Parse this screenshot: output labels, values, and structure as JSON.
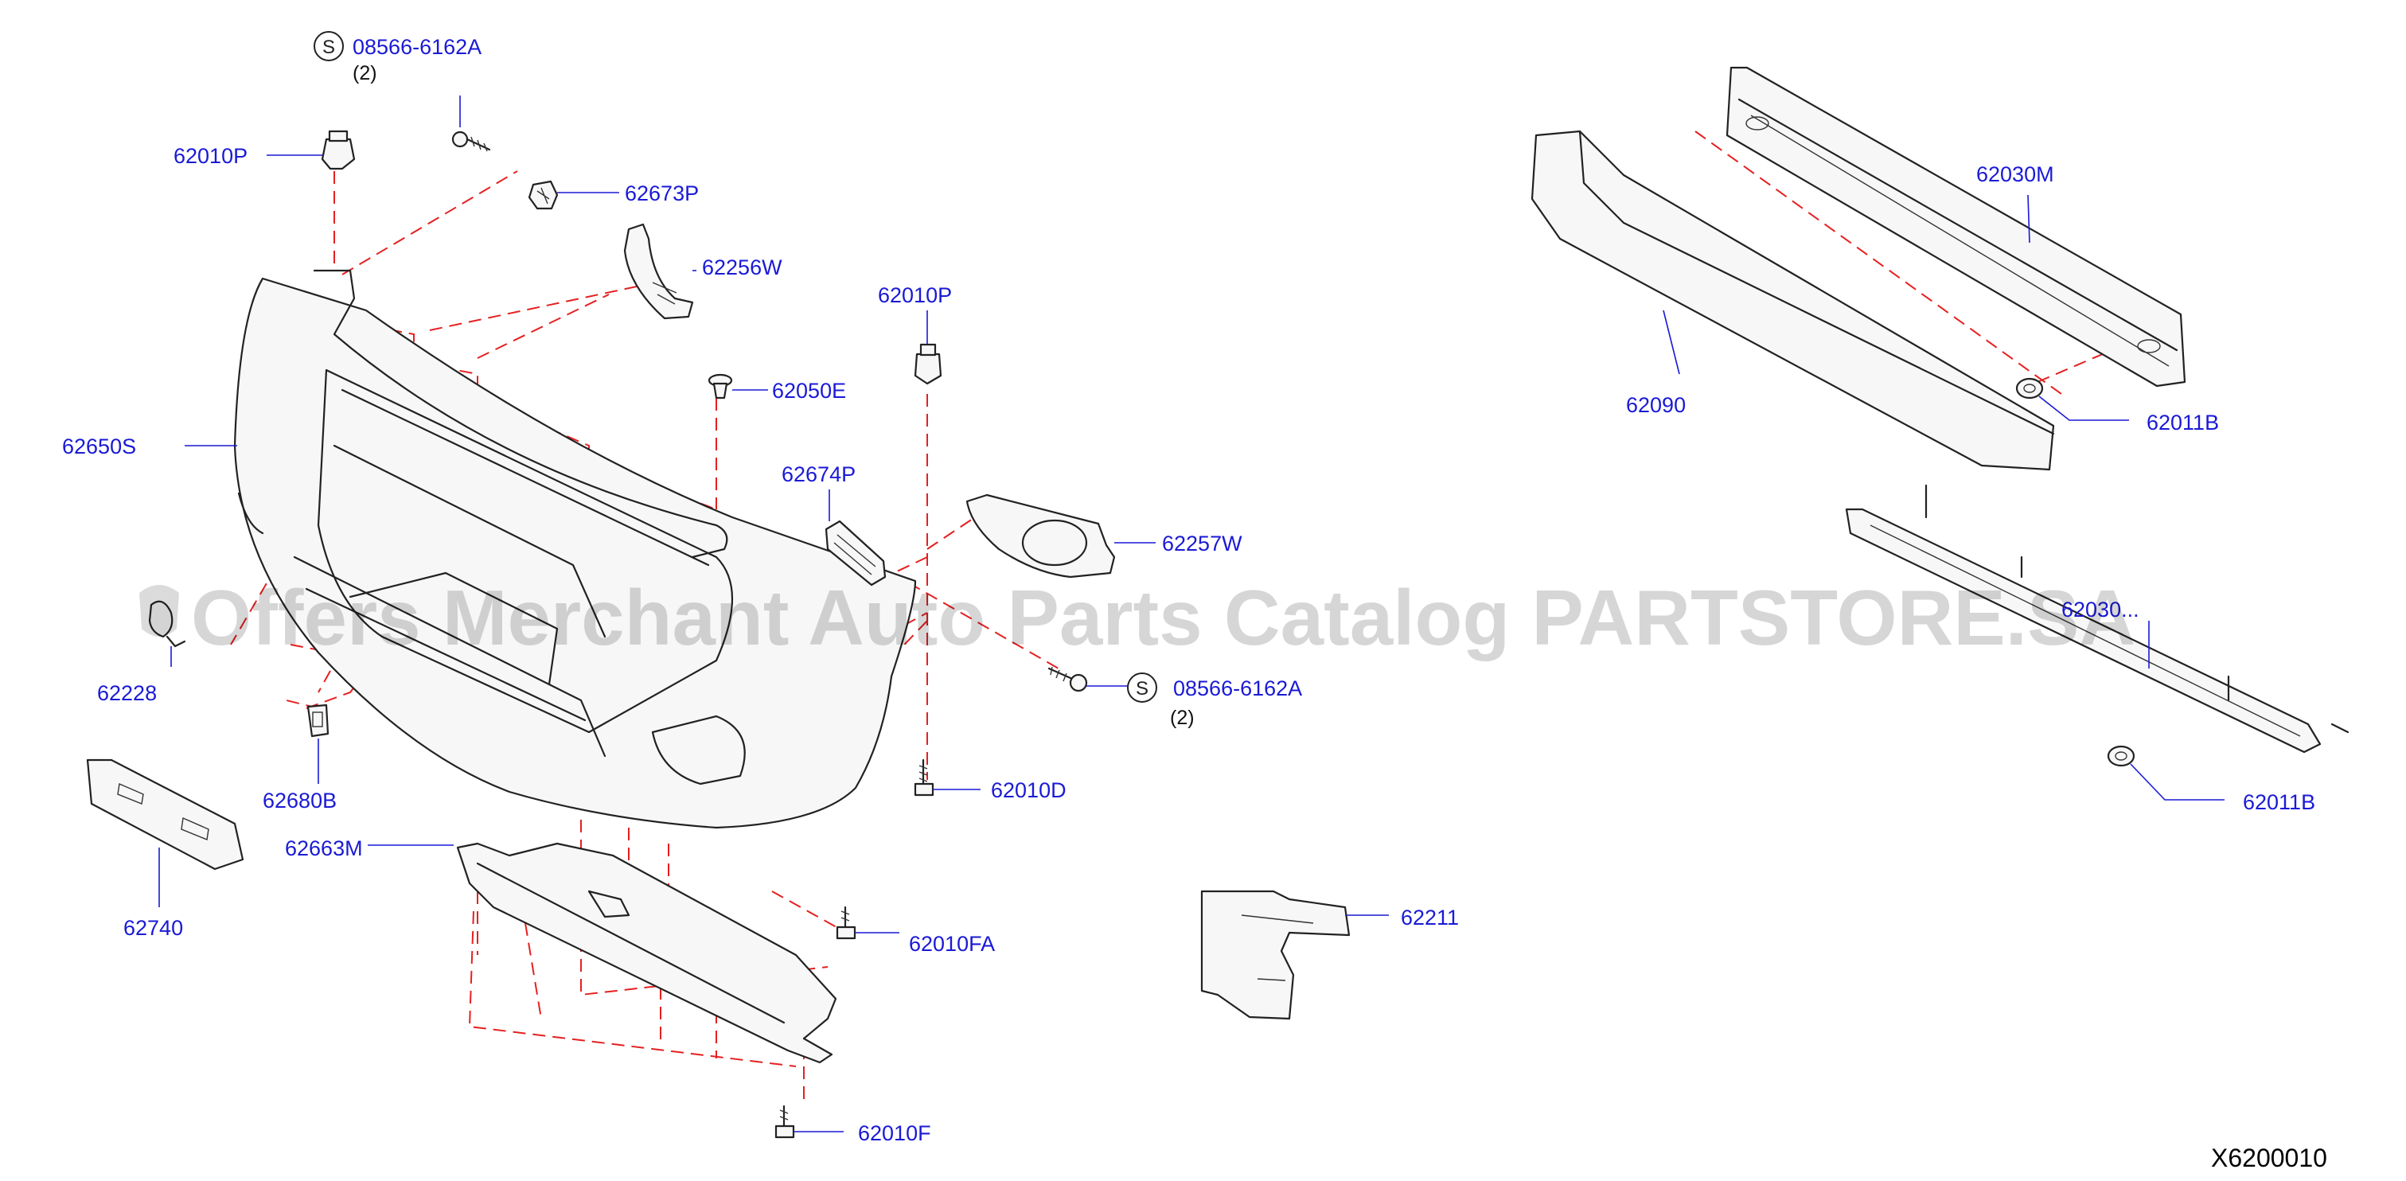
{
  "labels": {
    "s_top": "08566-6162A",
    "s_top_qty": "(2)",
    "p62010p_left": "62010P",
    "p62673p": "62673P",
    "p62256w": "62256W",
    "p62010p_mid": "62010P",
    "p62050e": "62050E",
    "p62650s": "62650S",
    "p62674p": "62674P",
    "p62257w": "62257W",
    "s_right": "08566-6162A",
    "s_right_qty": "(2)",
    "p62228": "62228",
    "p62680b": "62680B",
    "p62010d": "62010D",
    "p62663m": "62663M",
    "p62740": "62740",
    "p62010fa": "62010FA",
    "p62010f": "62010F",
    "p62211": "62211",
    "p62030m": "62030M",
    "p62090": "62090",
    "p62011b_top": "62011B",
    "p62011b_bottom": "62011B",
    "p62030_partial": "62030..."
  },
  "symbol_s": "S",
  "drawing_code": "X6200010",
  "watermark": "Offers Merchant Auto Parts Catalog PARTSTORE.SA",
  "colors": {
    "label": "#1a1ad6",
    "guide_line": "#e52020",
    "part_outline": "#222222"
  }
}
